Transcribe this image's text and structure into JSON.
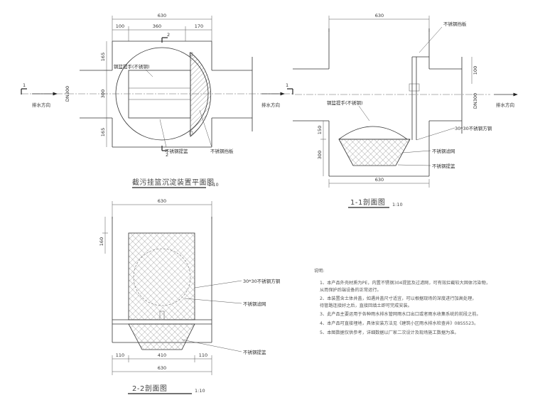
{
  "plan": {
    "title": "截污挂篮沉淀装置平面图",
    "scale": "1:10",
    "dim_total": "630",
    "dim_a": "100",
    "dim_b": "360",
    "dim_c": "170",
    "dim_v1": "165",
    "dim_v2": "300",
    "dim_v3": "165",
    "pipe_dn": "DN300",
    "flow_left": "排水方向",
    "flow_right": "排水方向",
    "sec1_mark_left": "1",
    "sec1_mark_right": "1",
    "sec2_mark_top": "2",
    "sec2_mark_bottom": "2",
    "label_handle": "钢篮提手(不锈钢)",
    "label_basket": "不锈钢提篮",
    "label_plate": "不锈钢挡板"
  },
  "section11": {
    "title": "1-1剖面图",
    "scale": "1:10",
    "dim_top": "630",
    "dim_bottom": "630",
    "dim_v1": "150",
    "dim_v2": "300",
    "dim_r": "100",
    "pipe_dn": "DN300",
    "flow": "排水方向",
    "label_plate": "不锈钢挡板",
    "label_handle": "钢篮提手(不锈钢)",
    "label_tube": "30*30不锈钢方钢",
    "label_mesh": "不锈钢滤网",
    "label_basket": "不锈钢提篮"
  },
  "section22": {
    "title": "2-2剖面图",
    "scale": "1:10",
    "dim_top": "630",
    "dim_v": "160",
    "dim_b1": "110",
    "dim_b2": "410",
    "dim_b3": "110",
    "dim_total": "630",
    "label_tube": "30*30不锈钢方钢",
    "label_mesh": "不锈钢滤网",
    "label_basket": "不锈钢提篮"
  },
  "notes": {
    "heading": "说明:",
    "lines": [
      "1、本产品外壳材质为PE，内置不锈钢304提篮及过滤网，可有效拦截较大固体污染物，",
      "   从而保护后端设备的正常运行。",
      "2、本装置含土体井盖，如遇井盖尺寸适宜，可以根据现场的深度进行加高处理，",
      "   待管路连接好之后，直接回填土即可完成安装。",
      "3、此产品主要运用于各种雨水排水管网雨水口出口或者雨水收集系统的前段之前。",
      "4、本产品可直接埋地，具体安装方法见《建筑小区雨水排水检查井》08SS523。",
      "5、本图数据仅供参考，详细数据以厂家二次设计及现场施工数据为准。"
    ]
  }
}
